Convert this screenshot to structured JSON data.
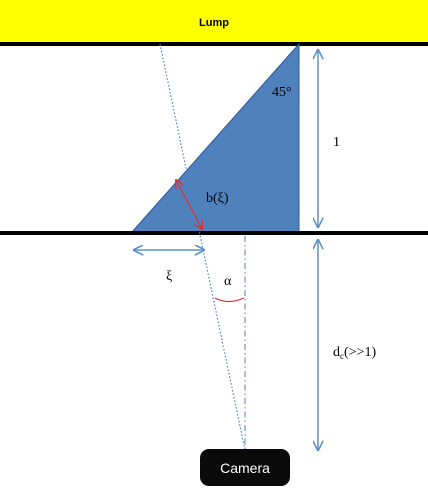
{
  "diagram": {
    "lump_label": "Lump",
    "angle_top_label": "45°",
    "height_label": "1",
    "b_label": "b(ξ)",
    "xi_label": "ξ",
    "alpha_label": "α",
    "distance_label": "d",
    "distance_subscript": "c",
    "distance_suffix": "(>>1)",
    "camera_label": "Camera"
  },
  "colors": {
    "lump_fill": "#ffff00",
    "triangle_fill": "#4f81bd",
    "triangle_stroke": "#2f5597",
    "arrow_blue": "#5b8fc7",
    "arrow_red": "#e03030"
  }
}
